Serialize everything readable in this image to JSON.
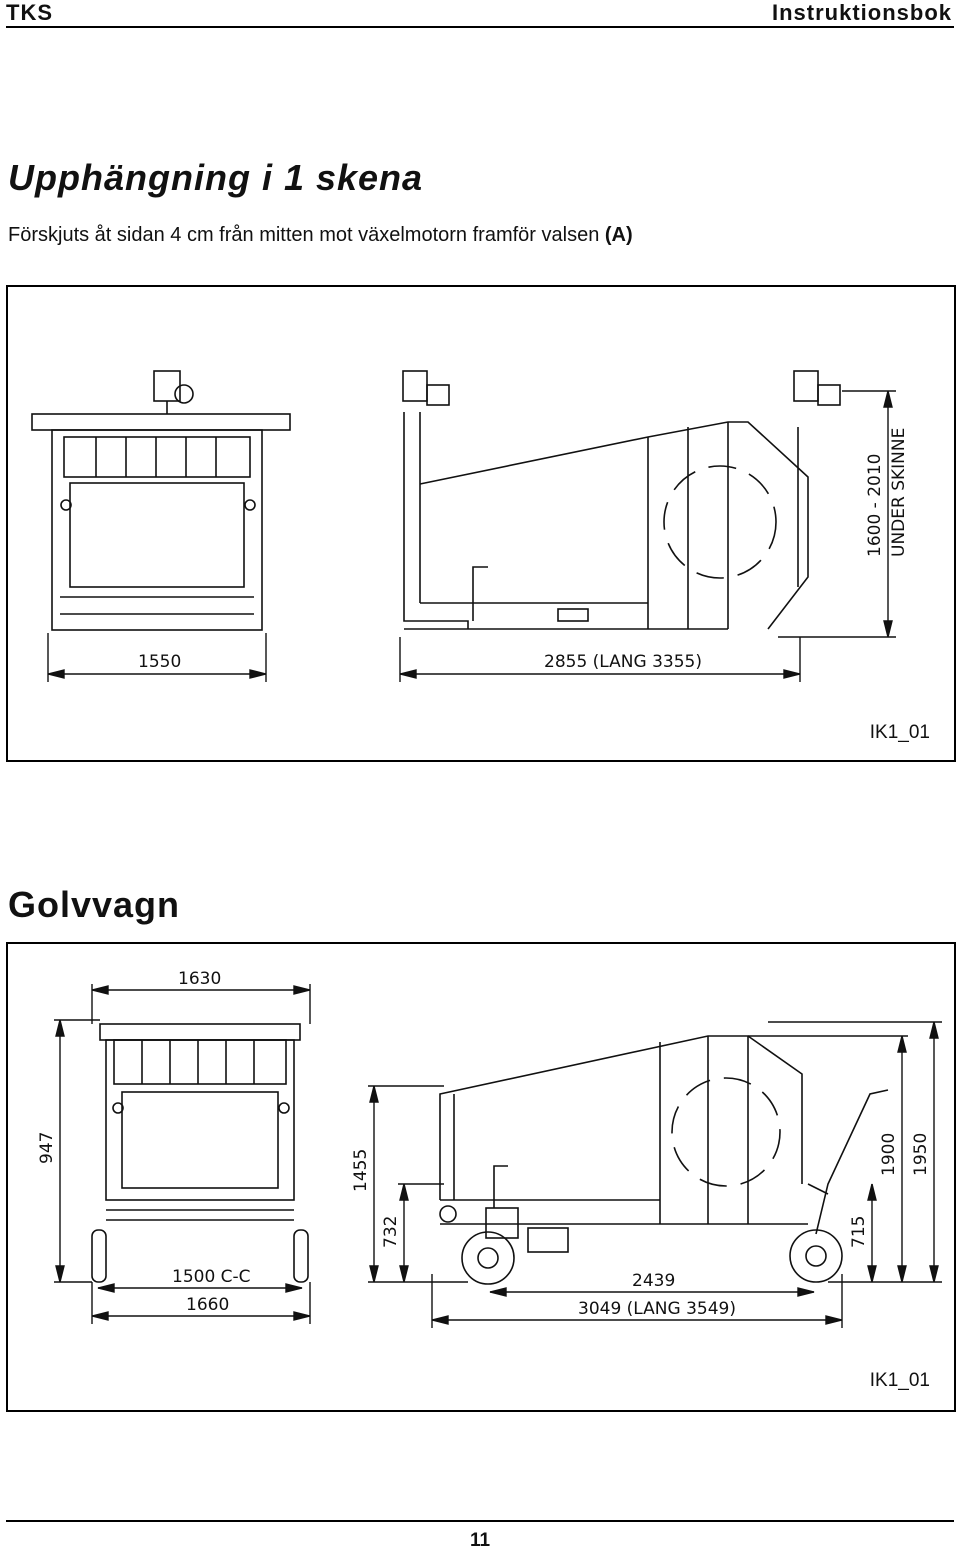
{
  "header": {
    "left": "TKS",
    "right": "Instruktionsbok"
  },
  "section1": {
    "title": "Upphängning i 1 skena",
    "subtitle_text": "Förskjuts åt sidan 4 cm från mitten mot växelmotorn framför valsen ",
    "subtitle_bold": "(A)",
    "figure_code": "IK1_01",
    "dims": {
      "width_front": "1550",
      "length": "2855 (LANG  3355)",
      "height_range": "1600 - 2010",
      "height_note": "UNDER SKINNE"
    }
  },
  "section2": {
    "title": "Golvvagn",
    "figure_code": "IK1_01",
    "dims": {
      "top_width": "1630",
      "front_height": "947",
      "wheel_cc": "1500 C-C",
      "bottom_width": "1660",
      "height_1455": "1455",
      "height_732": "732",
      "length_2439": "2439",
      "length_total": "3049 (LANG  3549)",
      "height_715": "715",
      "height_1900": "1900",
      "height_1950": "1950"
    }
  },
  "footer": {
    "page_number": "11"
  }
}
